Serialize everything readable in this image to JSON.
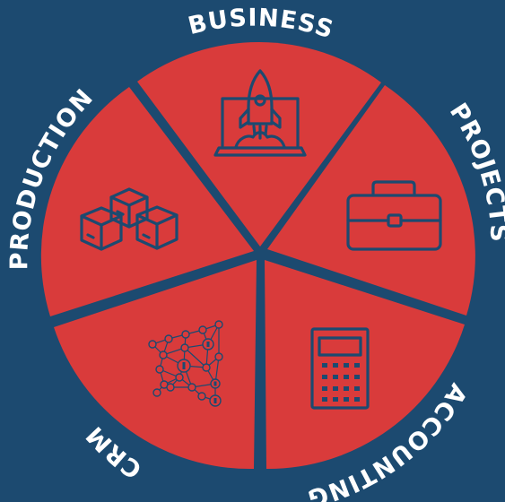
{
  "colors": {
    "background": "#1c4a70",
    "segment_fill": "#d93b3b",
    "label_text": "#ffffff",
    "icon_stroke": "#1c4a70"
  },
  "segments": [
    {
      "label": "BUSINESS",
      "icon": "rocket-laptop-icon"
    },
    {
      "label": "PROJECTS",
      "icon": "briefcase-icon"
    },
    {
      "label": "ACCOUNTING",
      "icon": "calculator-icon"
    },
    {
      "label": "CRM",
      "icon": "network-people-icon"
    },
    {
      "label": "PRODUCTION",
      "icon": "boxes-icon"
    }
  ]
}
